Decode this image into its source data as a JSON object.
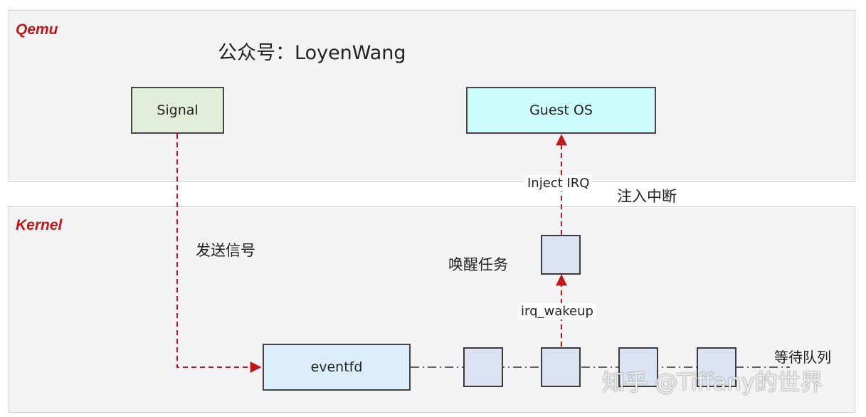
{
  "qemu": {
    "label": "Qemu",
    "subtitle": "公众号：LoyenWang",
    "signal_label": "Signal",
    "guest_os_label": "Guest OS"
  },
  "kernel": {
    "label": "Kernel",
    "eventfd_label": "eventfd"
  },
  "annotations": {
    "send_signal": "发送信号",
    "inject_irq": "Inject IRQ",
    "inject_interrupt": "注入中断",
    "wake_task": "唤醒任务",
    "irq_wakeup": "irq_wakeup",
    "wait_queue": "等待队列"
  },
  "watermark": "知乎 @Tiffany的世界",
  "colors": {
    "accent_red": "#c01818",
    "signal_fill": "#e2eed9",
    "guest_fill": "#ccfbfb",
    "eventfd_fill": "#ddeefb",
    "queue_fill": "#dbe3f2"
  }
}
